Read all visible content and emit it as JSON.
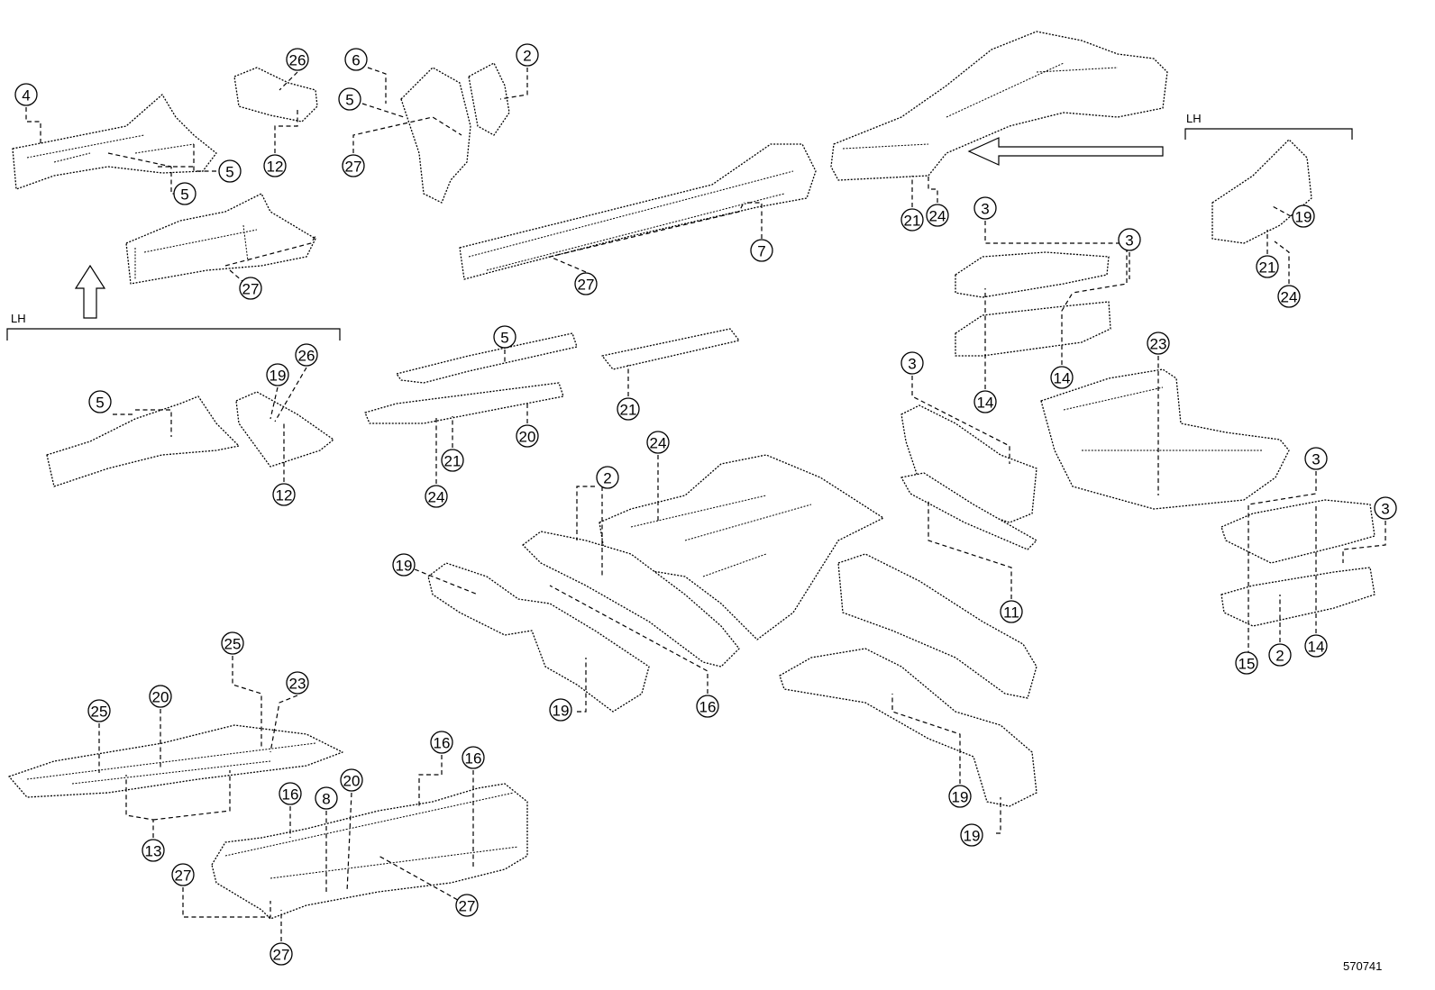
{
  "diagram": {
    "reference_number": "570741",
    "side_labels": [
      "LH",
      "LH"
    ],
    "callouts": [
      {
        "id": "c1",
        "label": "4"
      },
      {
        "id": "c2",
        "label": "5"
      },
      {
        "id": "c3",
        "label": "5"
      },
      {
        "id": "c4",
        "label": "26"
      },
      {
        "id": "c5",
        "label": "12"
      },
      {
        "id": "c6",
        "label": "27"
      },
      {
        "id": "c7",
        "label": "6"
      },
      {
        "id": "c8",
        "label": "5"
      },
      {
        "id": "c9",
        "label": "2"
      },
      {
        "id": "c10",
        "label": "27"
      },
      {
        "id": "c11",
        "label": "7"
      },
      {
        "id": "c12",
        "label": "27"
      },
      {
        "id": "c13",
        "label": "21"
      },
      {
        "id": "c14",
        "label": "24"
      },
      {
        "id": "c15",
        "label": "19"
      },
      {
        "id": "c16",
        "label": "21"
      },
      {
        "id": "c17",
        "label": "24"
      },
      {
        "id": "c18",
        "label": "3"
      },
      {
        "id": "c19",
        "label": "3"
      },
      {
        "id": "c20",
        "label": "14"
      },
      {
        "id": "c21",
        "label": "14"
      },
      {
        "id": "c22",
        "label": "5"
      },
      {
        "id": "c23",
        "label": "26"
      },
      {
        "id": "c24",
        "label": "19"
      },
      {
        "id": "c25",
        "label": "12"
      },
      {
        "id": "c26",
        "label": "5"
      },
      {
        "id": "c27",
        "label": "20"
      },
      {
        "id": "c28",
        "label": "21"
      },
      {
        "id": "c29",
        "label": "24"
      },
      {
        "id": "c30",
        "label": "21"
      },
      {
        "id": "c31",
        "label": "3"
      },
      {
        "id": "c32",
        "label": "23"
      },
      {
        "id": "c33",
        "label": "11"
      },
      {
        "id": "c34",
        "label": "24"
      },
      {
        "id": "c35",
        "label": "2"
      },
      {
        "id": "c36",
        "label": "19"
      },
      {
        "id": "c37",
        "label": "19"
      },
      {
        "id": "c38",
        "label": "16"
      },
      {
        "id": "c39",
        "label": "3"
      },
      {
        "id": "c40",
        "label": "3"
      },
      {
        "id": "c41",
        "label": "15"
      },
      {
        "id": "c42",
        "label": "2"
      },
      {
        "id": "c43",
        "label": "14"
      },
      {
        "id": "c44",
        "label": "25"
      },
      {
        "id": "c45",
        "label": "20"
      },
      {
        "id": "c46",
        "label": "25"
      },
      {
        "id": "c47",
        "label": "23"
      },
      {
        "id": "c48",
        "label": "13"
      },
      {
        "id": "c49",
        "label": "16"
      },
      {
        "id": "c50",
        "label": "16"
      },
      {
        "id": "c51",
        "label": "16"
      },
      {
        "id": "c52",
        "label": "20"
      },
      {
        "id": "c53",
        "label": "8"
      },
      {
        "id": "c54",
        "label": "27"
      },
      {
        "id": "c55",
        "label": "27"
      },
      {
        "id": "c56",
        "label": "27"
      },
      {
        "id": "c57",
        "label": "19"
      },
      {
        "id": "c58",
        "label": "19"
      }
    ]
  }
}
